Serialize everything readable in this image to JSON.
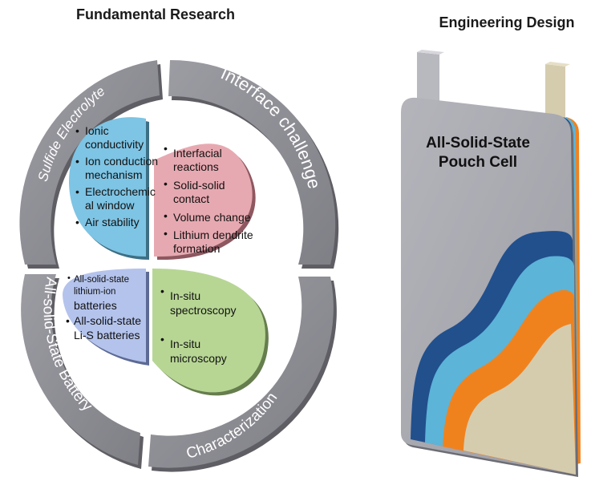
{
  "headers": {
    "left": "Fundamental Research",
    "right": "Engineering  Design"
  },
  "ring_labels": {
    "top_left": "Sulfide Electrolyte",
    "top_right": "Interface challenge",
    "bottom_left": "All-solid-State Battery",
    "bottom_right": "Characterization"
  },
  "quadrants": {
    "electrolyte": {
      "color": "#7ec4e4",
      "lines": [
        {
          "text": "Ionic",
          "bullet": true
        },
        {
          "text": "conductivity",
          "bullet": false
        },
        {
          "text": "Ion conduction",
          "bullet": true
        },
        {
          "text": "mechanism",
          "bullet": false
        },
        {
          "text": "Electrochemic",
          "bullet": true
        },
        {
          "text": "al window",
          "bullet": false
        },
        {
          "text": "Air stability",
          "bullet": true
        }
      ]
    },
    "interface": {
      "color": "#e7a9b1",
      "lines": [
        {
          "text": "Interfacial",
          "bullet": true
        },
        {
          "text": "reactions",
          "bullet": false
        },
        {
          "text": "Solid-solid",
          "bullet": true
        },
        {
          "text": "contact",
          "bullet": false
        },
        {
          "text": "Volume change",
          "bullet": true
        },
        {
          "text": "Lithium dendrite",
          "bullet": true
        },
        {
          "text": "formation",
          "bullet": false
        }
      ]
    },
    "battery": {
      "color": "#b4c3ec",
      "lines": [
        {
          "text": "All-solid-state",
          "bullet": true
        },
        {
          "text": "lithium-ion",
          "bullet": false
        },
        {
          "text": "batteries",
          "bullet": false
        },
        {
          "text": "All-solid-state",
          "bullet": true
        },
        {
          "text": "Li-S batteries",
          "bullet": false
        }
      ]
    },
    "characterization": {
      "color": "#b7d694",
      "lines": [
        {
          "text": "In-situ",
          "bullet": true
        },
        {
          "text": "spectroscopy",
          "bullet": false
        },
        {
          "text": "In-situ",
          "bullet": true
        },
        {
          "text": "microscopy",
          "bullet": false
        }
      ]
    }
  },
  "cell": {
    "title_line1": "All-Solid-State",
    "title_line2": "Pouch Cell",
    "colors": {
      "body": "#a9a9b1",
      "navy": "#21508c",
      "sky": "#5cb4d8",
      "orange": "#f0821e",
      "khaki": "#d5ccae",
      "tab": "#b8b8bf"
    }
  }
}
